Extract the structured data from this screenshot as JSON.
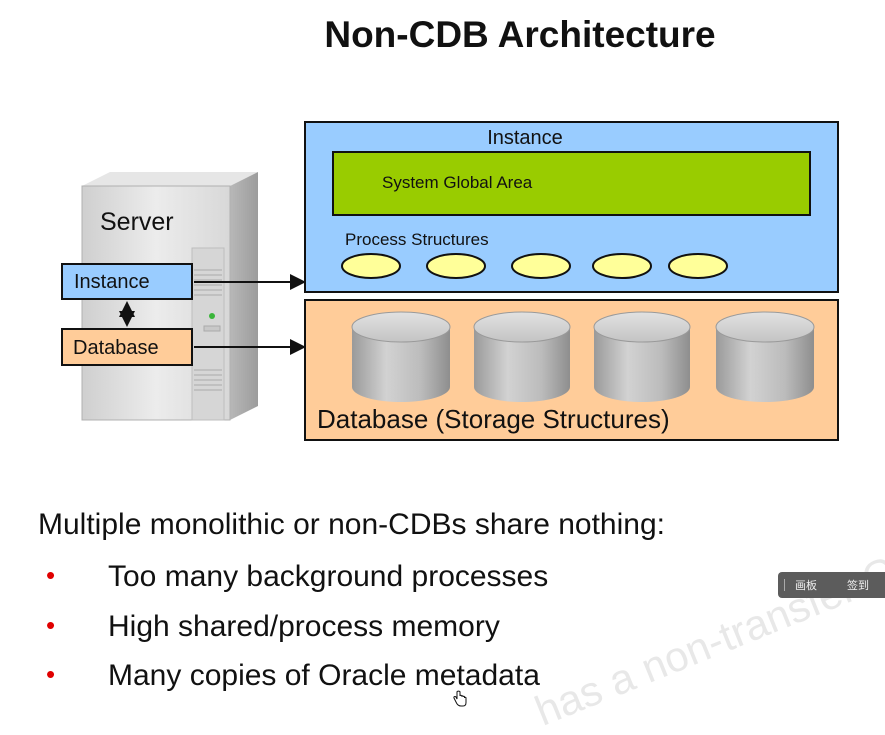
{
  "title": "Non-CDB Architecture",
  "server": {
    "label": "Server",
    "instance_label": "Instance",
    "database_label": "Database"
  },
  "instance_box": {
    "label": "Instance",
    "sga_label": "System Global Area",
    "process_label": "Process Structures"
  },
  "database_box": {
    "label": "Database (Storage Structures)"
  },
  "bullets": {
    "intro": "Multiple monolithic or non-CDBs share nothing:",
    "items": [
      "Too many background processes",
      "High shared/process memory",
      "Many copies of Oracle metadata"
    ]
  },
  "watermark": "has a non-transfer Guide.",
  "toolbar": {
    "buttons": [
      "画板",
      "签到"
    ]
  },
  "icons": [
    "double-arrow-icon",
    "arrow-right-icon",
    "hand-cursor-icon"
  ],
  "colors": {
    "instance_fill": "#99CCFF",
    "sga_fill": "#99CC00",
    "process_fill": "#FFFF99",
    "database_fill": "#FFCC99",
    "cylinder_fill": "#B4B4B4",
    "bullet_red": "#E00000"
  }
}
